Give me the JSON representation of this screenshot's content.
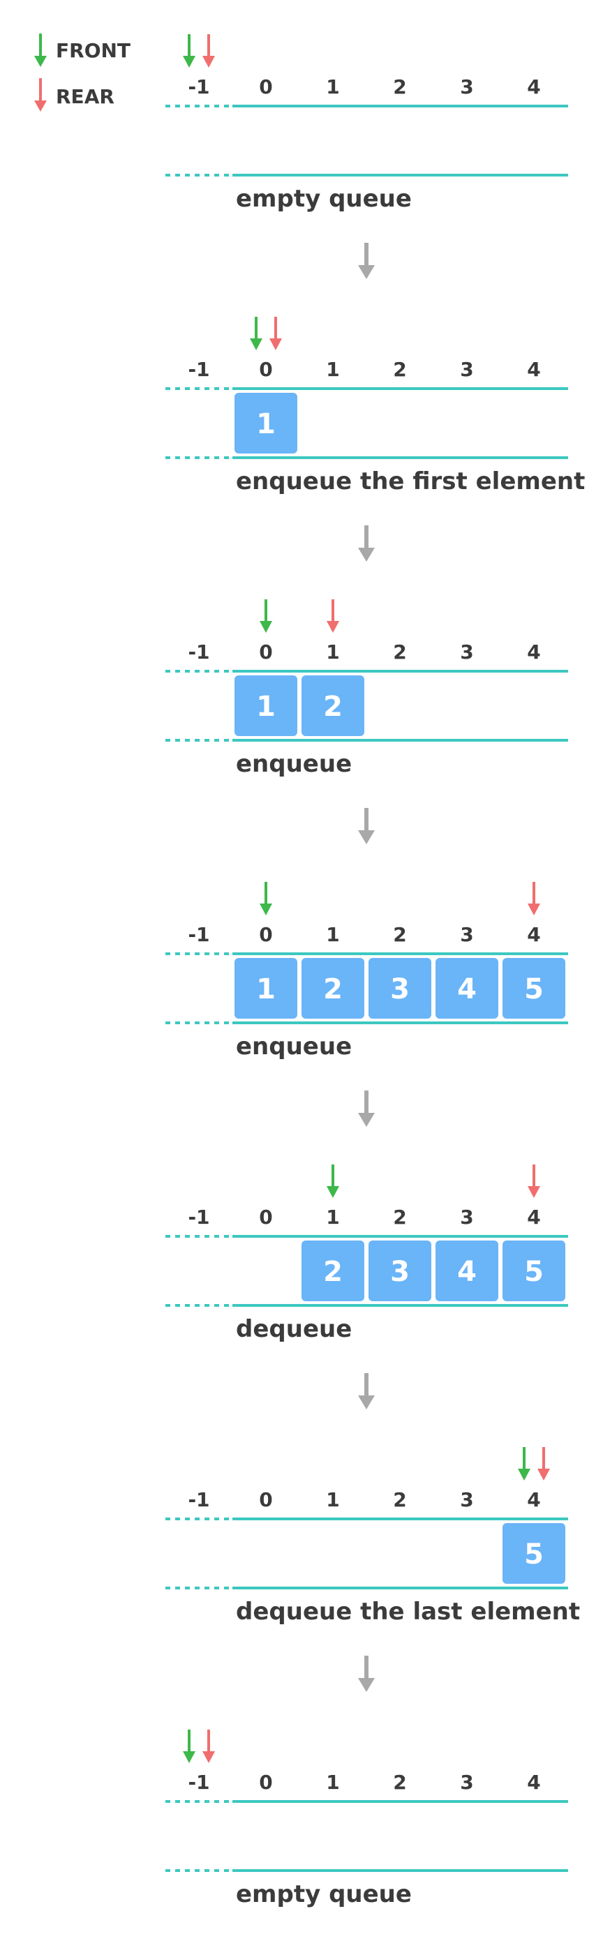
{
  "colors": {
    "front": "#3db84a",
    "rear": "#f06e6e",
    "queue_line": "#3cc8c0",
    "cell_fill": "#6ab4f8",
    "step_arrow": "#a8a8a8",
    "text": "#3b3b3b"
  },
  "legend": {
    "front_label": "FRONT",
    "rear_label": "REAR",
    "front_icon": "down-arrow-green",
    "rear_icon": "down-arrow-red"
  },
  "index_labels": [
    "-1",
    "0",
    "1",
    "2",
    "3",
    "4"
  ],
  "steps": [
    {
      "caption": "empty queue",
      "cells": [],
      "front": -1,
      "rear": -1
    },
    {
      "caption": "enqueue the first element",
      "cells": [
        {
          "index": 0,
          "value": "1"
        }
      ],
      "front": 0,
      "rear": 0
    },
    {
      "caption": "enqueue",
      "cells": [
        {
          "index": 0,
          "value": "1"
        },
        {
          "index": 1,
          "value": "2"
        }
      ],
      "front": 0,
      "rear": 1
    },
    {
      "caption": "enqueue",
      "cells": [
        {
          "index": 0,
          "value": "1"
        },
        {
          "index": 1,
          "value": "2"
        },
        {
          "index": 2,
          "value": "3"
        },
        {
          "index": 3,
          "value": "4"
        },
        {
          "index": 4,
          "value": "5"
        }
      ],
      "front": 0,
      "rear": 4
    },
    {
      "caption": "dequeue",
      "cells": [
        {
          "index": 1,
          "value": "2"
        },
        {
          "index": 2,
          "value": "3"
        },
        {
          "index": 3,
          "value": "4"
        },
        {
          "index": 4,
          "value": "5"
        }
      ],
      "front": 1,
      "rear": 4
    },
    {
      "caption": "dequeue the last element",
      "cells": [
        {
          "index": 4,
          "value": "5"
        }
      ],
      "front": 4,
      "rear": 4
    },
    {
      "caption": "empty queue",
      "cells": [],
      "front": -1,
      "rear": -1
    }
  ]
}
